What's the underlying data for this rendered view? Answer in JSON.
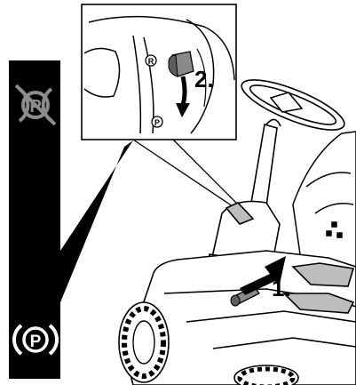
{
  "steps": [
    {
      "label": "1."
    },
    {
      "label": "2."
    }
  ],
  "symbols": {
    "parking_brake_off": "P",
    "parking_brake_on": "P",
    "lever_off_mark": "R",
    "lever_on_mark": "P"
  },
  "colors": {
    "ink": "#000000",
    "paper": "#ffffff",
    "lever_grey": "#8a8a8a"
  },
  "icons": [
    "parking-brake-released-icon",
    "parking-brake-engaged-icon",
    "push-arrow-icon",
    "rotate-arrow-icon"
  ]
}
